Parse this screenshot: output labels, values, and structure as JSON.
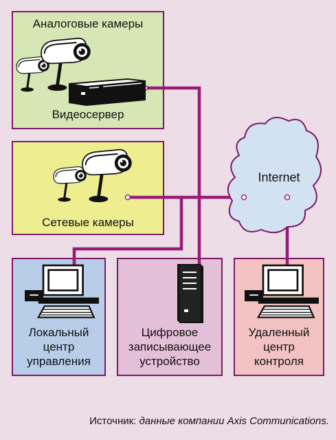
{
  "colors": {
    "background": "#eddde6",
    "border": "#7a1a66",
    "wire": "#9b1a78",
    "analog_box": "#d6e6b4",
    "network_box": "#eeee90",
    "local_box": "#b8cde8",
    "recorder_box": "#e4bfd8",
    "remote_box": "#f3c3c3",
    "cloud": "#d3e2f2"
  },
  "analog": {
    "title": "Аналоговые камеры",
    "server_label": "Видеосервер"
  },
  "network": {
    "label": "Сетевые камеры"
  },
  "internet": {
    "label": "Internet"
  },
  "local": {
    "line1": "Локальный",
    "line2": "центр",
    "line3": "управления"
  },
  "recorder": {
    "line1": "Цифровое",
    "line2": "записывающее",
    "line3": "устройство"
  },
  "remote": {
    "line1": "Удаленный",
    "line2": "центр",
    "line3": "контроля"
  },
  "source": {
    "prefix": "Источник:",
    "text": "данные компании Axis Communications."
  },
  "icons": [
    "camera-icon",
    "video-server-icon",
    "cloud-icon",
    "computer-icon",
    "tower-computer-icon"
  ]
}
